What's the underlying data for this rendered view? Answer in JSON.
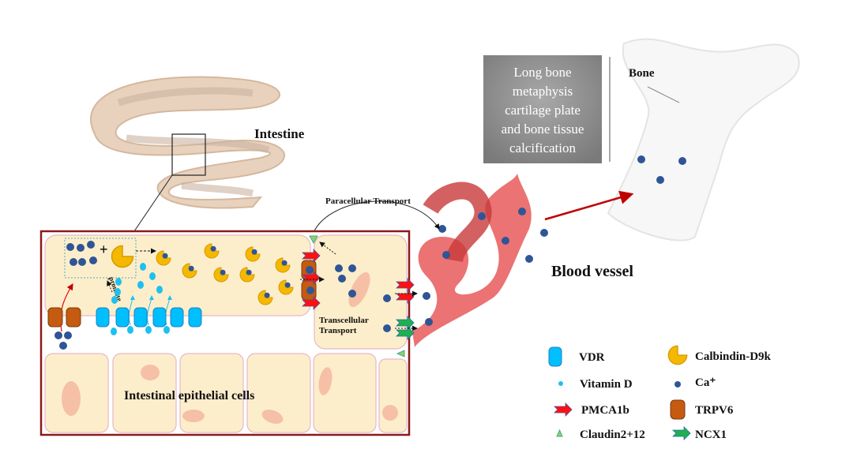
{
  "labels": {
    "intestine": "Intestine",
    "bone": "Bone",
    "bone_box": [
      "Long bone",
      "metaphysis",
      "cartilage plate",
      "and bone tissue",
      "calcification"
    ],
    "blood_vessel": "Blood vessel",
    "paracellular": "Paracellular Transport",
    "transcellular": [
      "Transcellular",
      "Transport"
    ],
    "epithelial": "Intestinal epithelial cells",
    "promote": "promote",
    "plus": "+"
  },
  "legend": [
    {
      "icon": "vdr-icon",
      "label": "VDR",
      "color": "#00bfff"
    },
    {
      "icon": "calbindin-icon",
      "label": "Calbindin-D9k",
      "color": "#f5b800"
    },
    {
      "icon": "vitamin-d-icon",
      "label": "Vitamin D",
      "color": "#1ec0f0"
    },
    {
      "icon": "calcium-icon",
      "label": "Ca⁺",
      "color": "#2f5597"
    },
    {
      "icon": "pmca1b-icon",
      "label": "PMCA1b",
      "color": "#ff1010"
    },
    {
      "icon": "trpv6-icon",
      "label": "TRPV6",
      "color": "#c55a11"
    },
    {
      "icon": "claudin-icon",
      "label": "Claudin2+12",
      "color": "#8fd16a"
    },
    {
      "icon": "ncx1-icon",
      "label": "NCX1",
      "color": "#1fb050"
    }
  ],
  "colors": {
    "cell": "#fdeecb",
    "cell_border": "#e6b8c8",
    "frame": "#8b1a1a",
    "vessel": "#e85a5a",
    "box": "#8c8c8c"
  }
}
